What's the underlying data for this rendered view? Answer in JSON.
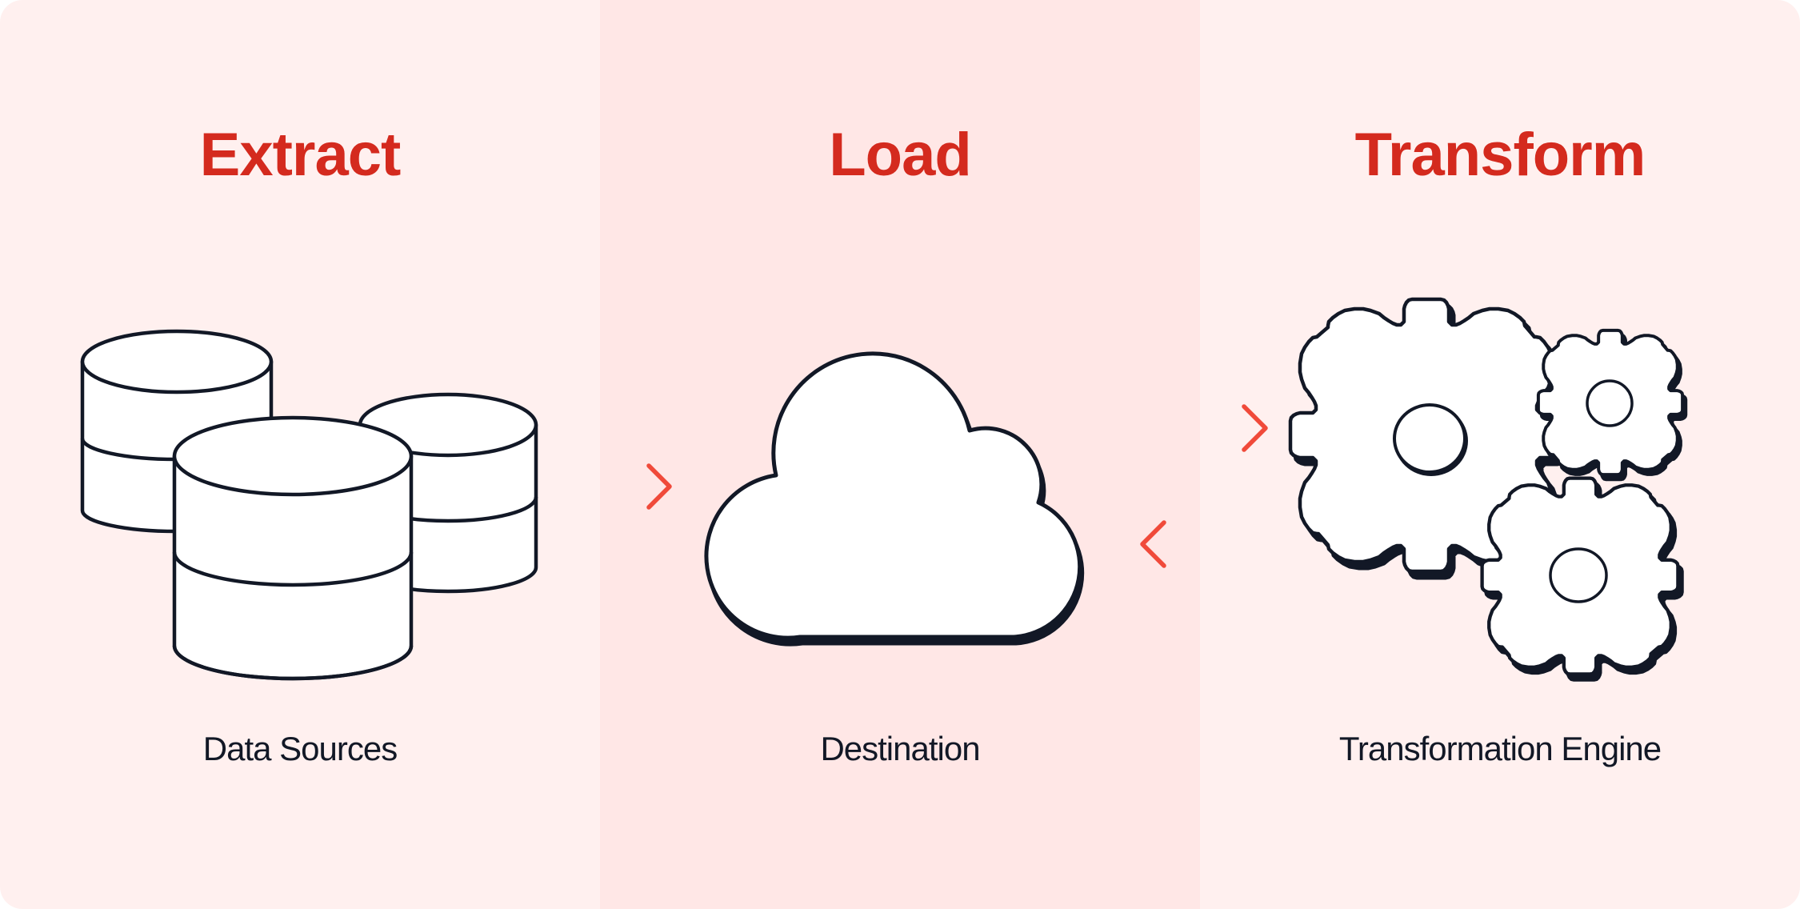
{
  "stages": [
    {
      "title": "Extract",
      "caption": "Data Sources",
      "icon": "database-stack-icon"
    },
    {
      "title": "Load",
      "caption": "Destination",
      "icon": "cloud-icon"
    },
    {
      "title": "Transform",
      "caption": "Transformation Engine",
      "icon": "gears-icon"
    }
  ],
  "colors": {
    "accent": "#d42a1e",
    "arrow": "#f04a3a",
    "ink": "#121826",
    "panel_light": "#fff0ef",
    "panel_mid": "#ffe7e6"
  }
}
